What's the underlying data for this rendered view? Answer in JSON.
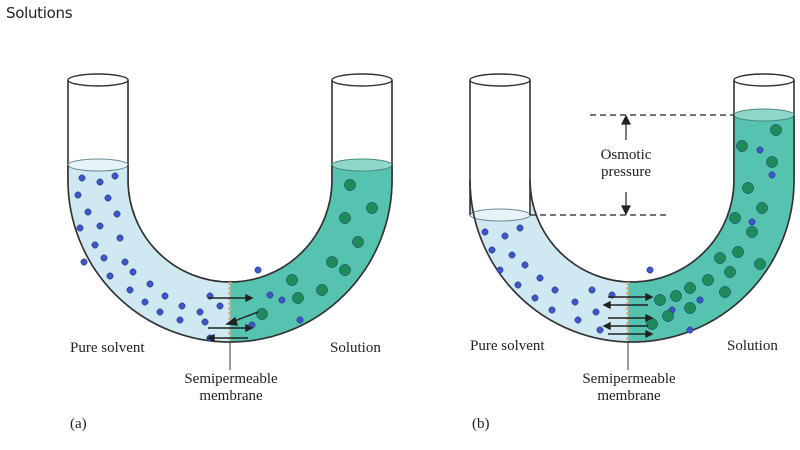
{
  "page_title": "Solutions",
  "panel_a": {
    "label_left": "Pure solvent",
    "label_right": "Solution",
    "membrane_line1": "Semipermeable",
    "membrane_line2": "membrane",
    "caption": "(a)"
  },
  "panel_b": {
    "label_left": "Pure solvent",
    "label_right": "Solution",
    "membrane_line1": "Semipermeable",
    "membrane_line2": "membrane",
    "caption": "(b)",
    "pressure_line1": "Osmotic",
    "pressure_line2": "pressure"
  },
  "colors": {
    "solvent_fill": "#cfe8f2",
    "solution_fill": "#4fc0ad",
    "solvent_particle": "#3d56c9",
    "solute_particle": "#1e8c5a"
  }
}
